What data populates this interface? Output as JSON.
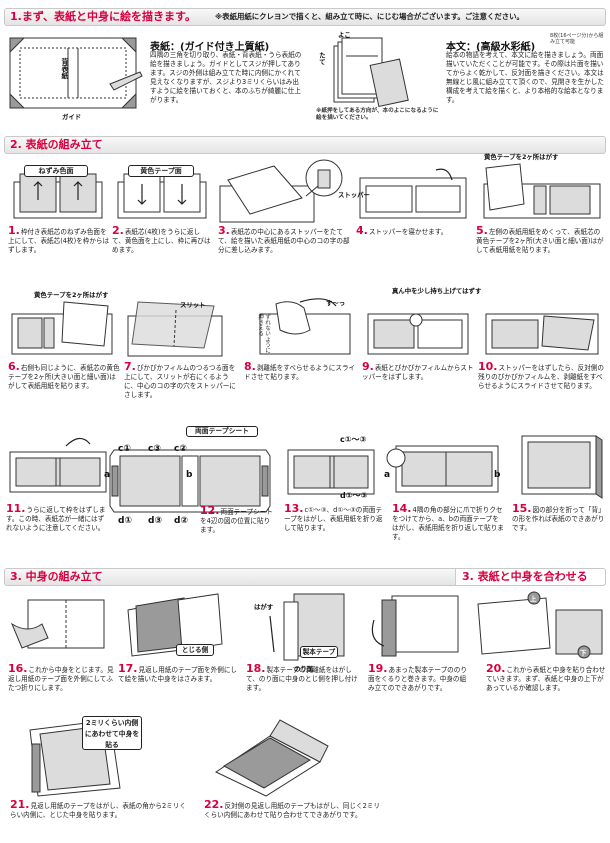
{
  "section1": {
    "title": "1.まず、表紙と中身に絵を描きます。",
    "note": "※表紙用紙にクレヨンで描くと、組み立て時に、にじむ場合がございます。ご注意ください。",
    "cover_heading": "表紙：(ガイド付き上質紙)",
    "cover_text": "四隅の三角を切り取り、表紙・背表紙・うら表紙の絵を描きましょう。ガイドとしてスジが押してあります。スジの外側は組み立てた時に内側にかくれて見えなくなりますが、スジより3ミリくらいはみ出すように絵を描いておくと、本のふちが綺麗に仕上がります。",
    "spine_label": "背表紙",
    "guide_label": "ガイド",
    "orient_top": "よこ",
    "orient_side": "たて",
    "orient_note": "※紙押をしてある方向が、本のよこになるように絵を描いてください。",
    "body_heading": "本文：(高級水彩紙)",
    "body_pages": "8枚(16ページ分)から組み立て可能",
    "body_text": "絵本の物語を考えて、本文に絵を描きましょう。両面描いていただくことが可能です。その際は片面を描いてからよく乾かして、反対面を描きください。本文は無線とじ風に組み立てて頂くので、見開きを生かした構成を考えて絵を描くと、より本格的な絵本となります。"
  },
  "section2": {
    "title": "2. 表紙の組み立て",
    "label_nezumi": "ねずみ色面",
    "label_yellow": "黄色テープ面",
    "label_stopper": "ストッパー",
    "label_yellow_peel": "黄色テープを2ヶ所はがす",
    "label_yellow_peel2": "黄色テープを2ヶ所はがす",
    "label_center_lift": "真ん中を少し持ち上げてはずす",
    "label_press": "ずれないように押さえる",
    "label_sweep": "す〜っ",
    "label_slit": "スリット",
    "label_double_tape": "両面テープシート",
    "tape_c": [
      "c①",
      "c③",
      "c②"
    ],
    "tape_d": [
      "d①",
      "d③",
      "d②"
    ],
    "label_c13": "c①〜③",
    "label_d13": "d①〜③",
    "label_a": "a",
    "label_b": "b",
    "steps": [
      {
        "num": "1.",
        "text": "枠付き表紙芯のねずみ色面を上にして、表紙芯(4枚)を枠からはずします。"
      },
      {
        "num": "2.",
        "text": "表紙芯(4枚)をうらに返して、黄色面を上にし、枠に再びはめます。"
      },
      {
        "num": "3.",
        "text": "表紙芯の中心にあるストッパーをたてて、絵を描いた表紙用紙の中心のコの字の部分に差し込みます。"
      },
      {
        "num": "4.",
        "text": "ストッパーを寝かせます。"
      },
      {
        "num": "5.",
        "text": "左側の表紙用紙をめくって、表紙芯の黄色テープを2ヶ所(大きい面と細い面)はがして表紙用紙を貼ります。"
      },
      {
        "num": "6.",
        "text": "右側も同じように、表紙芯の黄色テープを2ヶ所(大きい面と細い面)はがして表紙用紙を貼ります。"
      },
      {
        "num": "7.",
        "text": "ぴかぴかフィルムのつるつる面を上にして、スリットが右にくるように、中心のコの字の穴をストッパーにさします。"
      },
      {
        "num": "8.",
        "text": "剥離紙をすべらせるようにスライドさせて貼ります。"
      },
      {
        "num": "9.",
        "text": "表紙とぴかぴかフィルムからストッパーをはずします。"
      },
      {
        "num": "10.",
        "text": "ストッパーをはずしたら、反対側の残りのぴかぴかフィルムを、剥離紙をすべらせるようにスライドさせて貼ります。"
      },
      {
        "num": "11.",
        "text": "うらに返して枠をはずします。この時、表紙芯が一緒にはずれないように注意してください。"
      },
      {
        "num": "12.",
        "text": "両面テープシートを4辺の図の位置に貼ります。"
      },
      {
        "num": "13.",
        "text": "c①〜③、d①〜③の両面テープをはがし、表紙用紙を折り返して貼ります。"
      },
      {
        "num": "14.",
        "text": "4隅の角の部分に爪で折りクセをつけてから、a、bの両面テープをはがし、表紙用紙を折り返して貼ります。"
      },
      {
        "num": "15.",
        "text": "図の部分を折って「背」の形を作れば表紙のできあがりです。"
      }
    ]
  },
  "section3": {
    "title": "3. 中身の組み立て",
    "title_right": "3. 表紙と中身を合わせる",
    "label_toji": "とじる側",
    "label_hagasu": "はがす",
    "label_seihon": "製本テープ",
    "label_norimen": "のり面",
    "label_ue": "上",
    "label_shita": "下",
    "label_2mm": "2ミリくらい内側にあわせて中身を貼る",
    "steps": [
      {
        "num": "16.",
        "text": "これから中身をとじます。見返し用紙のテープ面を外側にしてふたつ折りにします。"
      },
      {
        "num": "17.",
        "text": "見返し用紙のテープ面を外側にして絵を描いた中身をはさみます。"
      },
      {
        "num": "18.",
        "text": "製本テープの剥離紙をはがして、のり面に中身のとじ側を押し付けます。"
      },
      {
        "num": "19.",
        "text": "あまった製本テープののり面をくるりと巻きます。中身の組み立てのできあがりです。"
      },
      {
        "num": "20.",
        "text": "これから表紙と中身を貼り合わせていきます。まず、表紙と中身の上下があっているか確認します。"
      },
      {
        "num": "21.",
        "text": "見返し用紙のテープをはがし、表紙の角から2ミリくらい内側に、とじた中身を貼ります。"
      },
      {
        "num": "22.",
        "text": "反対側の見返し用紙のテープもはがし、同じく2ミリくらい内側にあわせて貼り合わせてできあがりです。"
      }
    ]
  }
}
